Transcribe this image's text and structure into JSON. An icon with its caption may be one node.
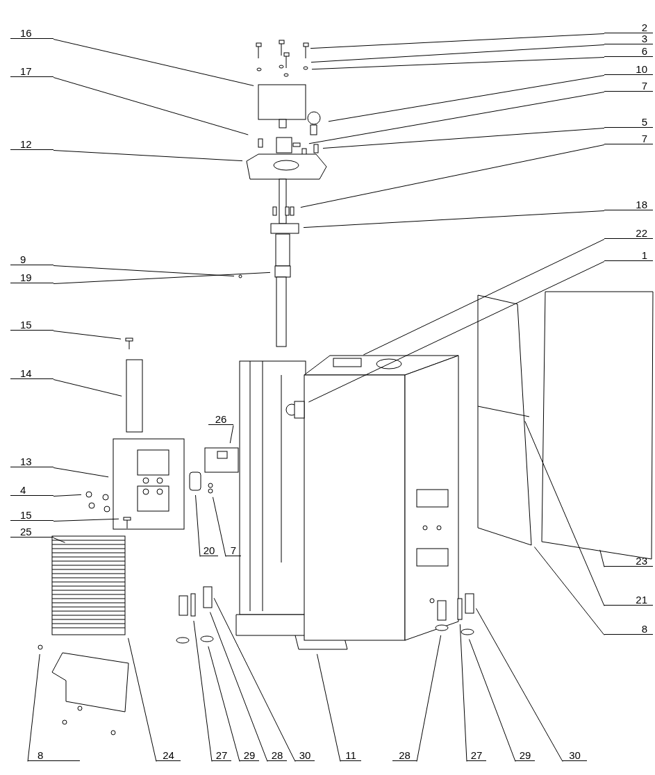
{
  "diagram": {
    "nodes": [
      {
        "text": [
          "2"
        ]
      },
      {
        "text": [
          "16"
        ]
      },
      {
        "text": [
          "3"
        ]
      },
      {
        "text": [
          "6"
        ]
      },
      {
        "text": [
          "17"
        ]
      },
      {
        "text": [
          "10"
        ]
      },
      {
        "text": [
          "7"
        ]
      },
      {
        "text": [
          "5"
        ]
      },
      {
        "text": [
          "7"
        ]
      },
      {
        "text": [
          "12"
        ]
      },
      {
        "text": [
          "18"
        ]
      },
      {
        "text": [
          "22"
        ]
      },
      {
        "text": [
          "1"
        ]
      },
      {
        "text": [
          "9"
        ]
      },
      {
        "text": [
          "19"
        ]
      },
      {
        "text": [
          "15"
        ]
      },
      {
        "text": [
          "14"
        ]
      },
      {
        "text": [
          "26"
        ]
      },
      {
        "text": [
          "13"
        ]
      },
      {
        "text": [
          "4"
        ]
      },
      {
        "text": [
          "15"
        ]
      },
      {
        "text": [
          "25"
        ]
      },
      {
        "text": [
          "20"
        ]
      },
      {
        "text": [
          "7"
        ]
      },
      {
        "text": [
          "23"
        ]
      },
      {
        "text": [
          "21"
        ]
      },
      {
        "text": [
          "8"
        ]
      },
      {
        "text": [
          "8"
        ]
      },
      {
        "text": [
          "24"
        ]
      },
      {
        "text": [
          "27"
        ]
      },
      {
        "text": [
          "29"
        ]
      },
      {
        "text": [
          "28"
        ]
      },
      {
        "text": [
          "30"
        ]
      },
      {
        "text": [
          "11"
        ]
      },
      {
        "text": [
          "28"
        ]
      },
      {
        "text": [
          "27"
        ]
      },
      {
        "text": [
          "29"
        ]
      },
      {
        "text": [
          "30"
        ]
      }
    ],
    "edges": [
      {
        "from": 0,
        "to": null,
        "arrow": "none"
      },
      {
        "from": 1,
        "to": null,
        "arrow": "none"
      },
      {
        "from": 2,
        "to": null,
        "arrow": "none"
      },
      {
        "from": 3,
        "to": null,
        "arrow": "none"
      },
      {
        "from": 4,
        "to": null,
        "arrow": "none"
      },
      {
        "from": 5,
        "to": null,
        "arrow": "none"
      },
      {
        "from": 6,
        "to": null,
        "arrow": "none"
      },
      {
        "from": 7,
        "to": null,
        "arrow": "none"
      },
      {
        "from": 8,
        "to": null,
        "arrow": "none"
      },
      {
        "from": 9,
        "to": null,
        "arrow": "none"
      },
      {
        "from": 10,
        "to": null,
        "arrow": "none"
      },
      {
        "from": 11,
        "to": null,
        "arrow": "none"
      },
      {
        "from": 12,
        "to": null,
        "arrow": "none"
      },
      {
        "from": 13,
        "to": null,
        "arrow": "none"
      },
      {
        "from": 14,
        "to": null,
        "arrow": "none"
      },
      {
        "from": 15,
        "to": null,
        "arrow": "none"
      },
      {
        "from": 16,
        "to": null,
        "arrow": "none"
      },
      {
        "from": 17,
        "to": null,
        "arrow": "none"
      },
      {
        "from": 18,
        "to": null,
        "arrow": "none"
      },
      {
        "from": 19,
        "to": null,
        "arrow": "none"
      },
      {
        "from": 20,
        "to": null,
        "arrow": "none"
      },
      {
        "from": 21,
        "to": null,
        "arrow": "none"
      },
      {
        "from": 22,
        "to": null,
        "arrow": "none"
      },
      {
        "from": 23,
        "to": null,
        "arrow": "none"
      },
      {
        "from": 24,
        "to": null,
        "arrow": "none"
      },
      {
        "from": 25,
        "to": null,
        "arrow": "none"
      },
      {
        "from": 26,
        "to": null,
        "arrow": "none"
      },
      {
        "from": 27,
        "to": null,
        "arrow": "none"
      },
      {
        "from": 28,
        "to": null,
        "arrow": "none"
      },
      {
        "from": 29,
        "to": null,
        "arrow": "none"
      },
      {
        "from": 30,
        "to": null,
        "arrow": "none"
      },
      {
        "from": 31,
        "to": null,
        "arrow": "none"
      },
      {
        "from": 32,
        "to": null,
        "arrow": "none"
      },
      {
        "from": 33,
        "to": null,
        "arrow": "none"
      },
      {
        "from": 34,
        "to": null,
        "arrow": "none"
      },
      {
        "from": 35,
        "to": null,
        "arrow": "none"
      },
      {
        "from": 36,
        "to": null,
        "arrow": "none"
      },
      {
        "from": 37,
        "to": null,
        "arrow": "none"
      }
    ]
  }
}
